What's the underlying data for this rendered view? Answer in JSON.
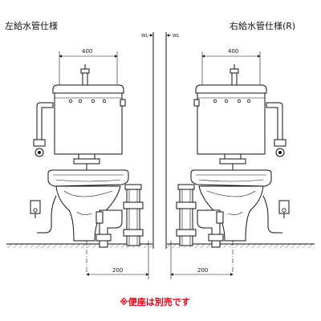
{
  "headings": {
    "left": "左給水管仕様",
    "right": "右給水管仕様(R)"
  },
  "wall_marks": {
    "left": "WL",
    "right": "WL"
  },
  "dimensions": {
    "left_width": "400",
    "left_offset": "200",
    "right_width": "400",
    "right_offset": "200"
  },
  "note": "※便座は別売です",
  "colors": {
    "line": "#111111",
    "note": "#e60012",
    "background": "#ffffff"
  }
}
